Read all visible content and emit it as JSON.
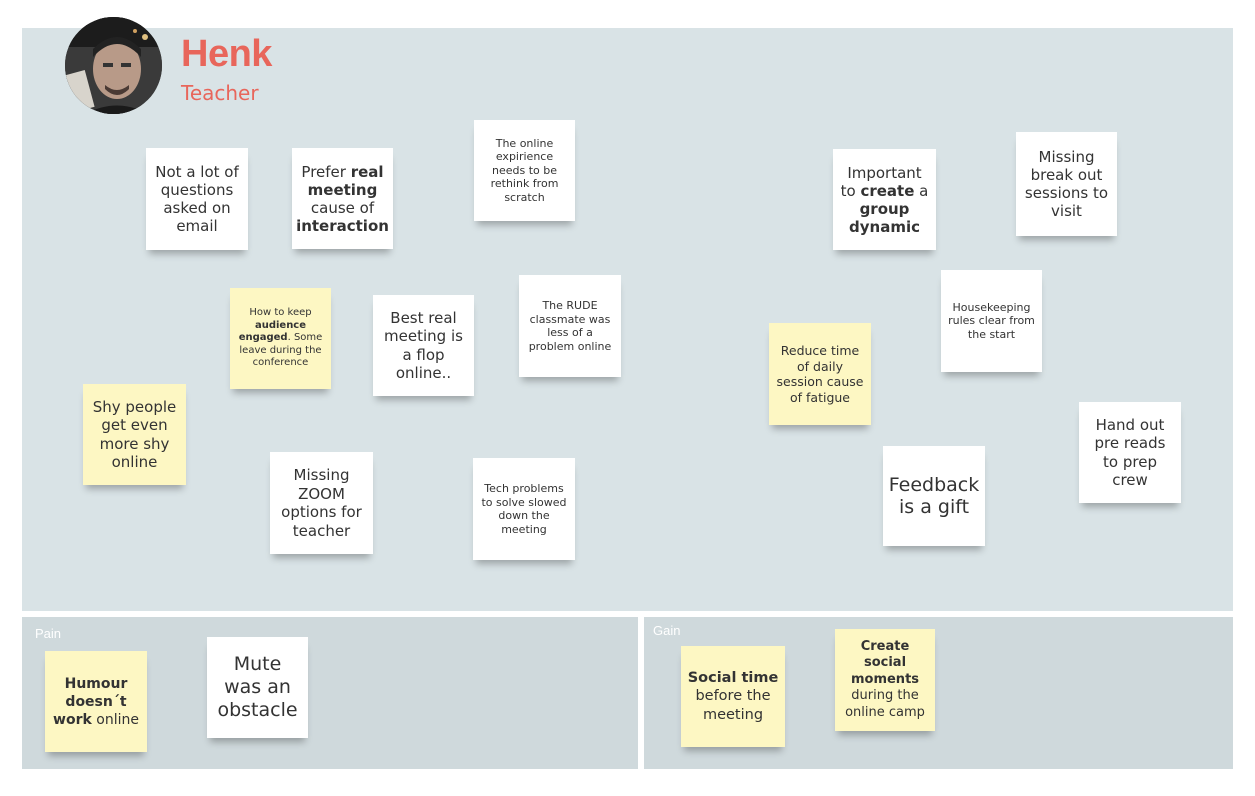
{
  "persona": {
    "name": "Henk",
    "role": "Teacher"
  },
  "sections": {
    "pain": "Pain",
    "gain": "Gain"
  },
  "notes": [
    {
      "id": "n1",
      "color": "white",
      "parts": [
        {
          "t": "Not a lot of questions asked on email"
        }
      ]
    },
    {
      "id": "n2",
      "color": "white",
      "parts": [
        {
          "t": "Prefer "
        },
        {
          "t": "real meeting",
          "b": true
        },
        {
          "t": " cause of "
        },
        {
          "t": "interaction",
          "b": true
        }
      ]
    },
    {
      "id": "n3",
      "color": "white",
      "parts": [
        {
          "t": "The online expirience needs to be rethink from scratch"
        }
      ]
    },
    {
      "id": "n4",
      "color": "yellow",
      "parts": [
        {
          "t": "How to keep "
        },
        {
          "t": "audience engaged",
          "b": true
        },
        {
          "t": ". Some leave during the conference"
        }
      ]
    },
    {
      "id": "n5",
      "color": "white",
      "parts": [
        {
          "t": "Best real meeting  is a flop online.."
        }
      ]
    },
    {
      "id": "n6",
      "color": "white",
      "parts": [
        {
          "t": "The RUDE classmate was less of a problem online"
        }
      ]
    },
    {
      "id": "n7",
      "color": "yellow",
      "parts": [
        {
          "t": "Shy people get even more shy online"
        }
      ]
    },
    {
      "id": "n8",
      "color": "white",
      "parts": [
        {
          "t": "Missing ZOOM options for teacher"
        }
      ]
    },
    {
      "id": "n9",
      "color": "white",
      "parts": [
        {
          "t": "Tech problems to solve slowed down the meeting"
        }
      ]
    },
    {
      "id": "n10",
      "color": "white",
      "parts": [
        {
          "t": "Important to "
        },
        {
          "t": "create",
          "b": true
        },
        {
          "t": " a "
        },
        {
          "t": "group dynamic",
          "b": true
        }
      ]
    },
    {
      "id": "n11",
      "color": "white",
      "parts": [
        {
          "t": "Missing break out sessions to visit"
        }
      ]
    },
    {
      "id": "n12",
      "color": "white",
      "parts": [
        {
          "t": "Housekeeping rules clear from the start"
        }
      ]
    },
    {
      "id": "n13",
      "color": "yellow",
      "parts": [
        {
          "t": "Reduce time of daily session cause of fatigue"
        }
      ]
    },
    {
      "id": "n14",
      "color": "white",
      "parts": [
        {
          "t": "Hand out pre reads to prep crew"
        }
      ]
    },
    {
      "id": "n15",
      "color": "white",
      "parts": [
        {
          "t": "Feedback is a gift"
        }
      ]
    },
    {
      "id": "n16",
      "color": "yellow",
      "parts": [
        {
          "t": "Humour doesn´t work",
          "b": true
        },
        {
          "t": " online"
        }
      ]
    },
    {
      "id": "n17",
      "color": "white",
      "parts": [
        {
          "t": "Mute was an obstacle"
        }
      ]
    },
    {
      "id": "n18",
      "color": "yellow",
      "parts": [
        {
          "t": "Social time",
          "b": true
        },
        {
          "t": " before the meeting"
        }
      ]
    },
    {
      "id": "n19",
      "color": "yellow",
      "parts": [
        {
          "t": "Create social moments",
          "b": true
        },
        {
          "t": " during the online camp"
        }
      ]
    }
  ]
}
